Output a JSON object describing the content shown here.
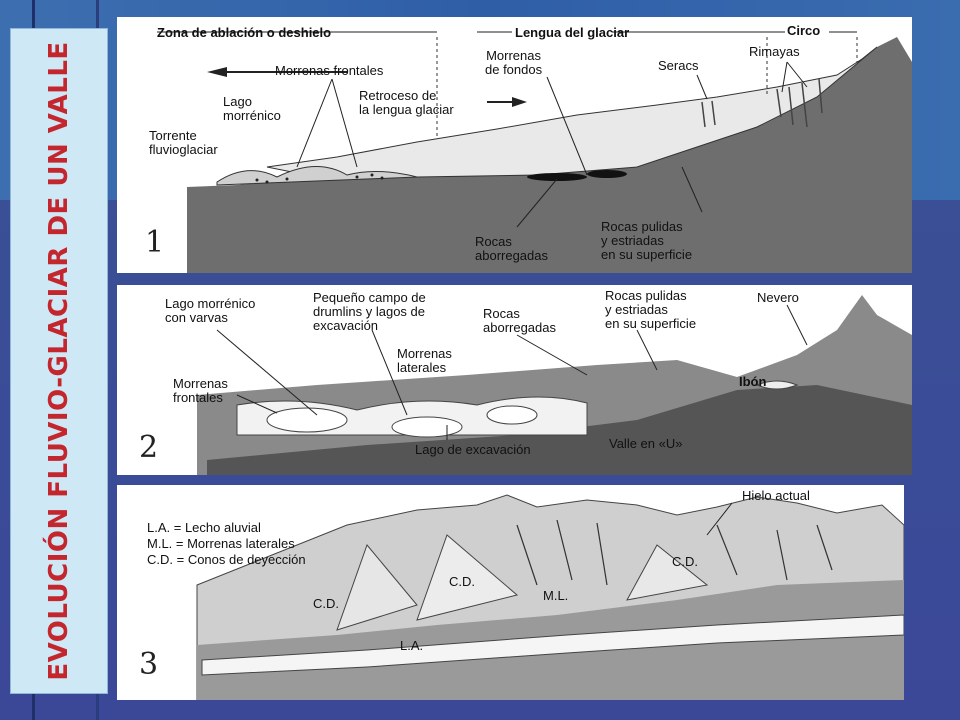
{
  "title": "EVOLUCIÓN FLUVIO-GLACIAR DE UN VALLE",
  "panel1": {
    "number": "1",
    "zones": {
      "ablation": "Zona de ablación o deshielo",
      "tongue": "Lengua del glaciar",
      "cirque": "Circo"
    },
    "labels": {
      "frontal_moraines": "Morrenas frontales",
      "bottom_moraines": "Morrenas\nde fondos",
      "seracs": "Seracs",
      "rimayas": "Rimayas",
      "moraine_lake": "Lago\nmorrénico",
      "retreat": "Retroceso de\nla lengua glaciar",
      "torrent": "Torrente\nfluvioglaciar",
      "polished_rocks": "Rocas pulidas\ny estriadas\nen su superficie",
      "roche_moutonnee": "Rocas\naborregadas"
    }
  },
  "panel2": {
    "number": "2",
    "labels": {
      "moraine_lake_varves": "Lago morrénico\ncon varvas",
      "drumlins": "Pequeño campo de\ndrumlins y lagos de\nexcavación",
      "roche_moutonnee": "Rocas\naborregadas",
      "polished_rocks": "Rocas pulidas\ny estriadas\nen su superficie",
      "nevero": "Nevero",
      "lateral_moraines": "Morrenas\nlaterales",
      "frontal_moraines": "Morrenas\nfrontales",
      "ibon": "Ibón",
      "excavation_lake": "Lago de excavación",
      "u_valley": "Valle en «U»"
    }
  },
  "panel3": {
    "number": "3",
    "legend": [
      "L.A. = Lecho aluvial",
      "M.L. = Morrenas laterales",
      "C.D. = Conos de deyección"
    ],
    "labels": {
      "current_ice": "Hielo actual",
      "cd1": "C.D.",
      "cd2": "C.D.",
      "cd3": "C.D.",
      "ml": "M.L.",
      "la": "L.A."
    }
  }
}
